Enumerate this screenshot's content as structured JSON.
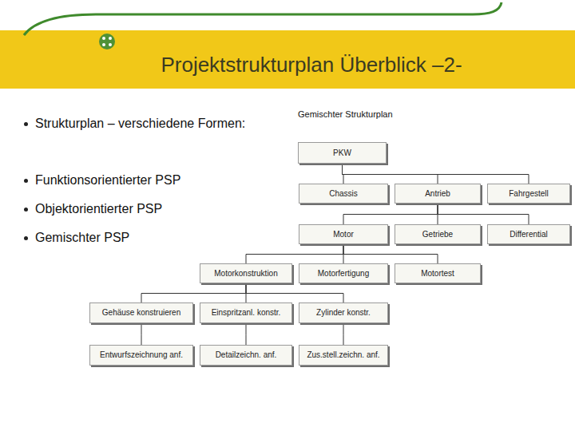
{
  "diagram": {
    "title": "Projektstrukturplan Überblick –2-",
    "nodes": [
      {
        "text": [
          "PKW"
        ]
      },
      {
        "text": [
          "Chassis"
        ]
      },
      {
        "text": [
          "Antrieb"
        ]
      },
      {
        "text": [
          "Fahrgestell"
        ]
      },
      {
        "text": [
          "Motor"
        ]
      },
      {
        "text": [
          "Getriebe"
        ]
      },
      {
        "text": [
          "Differential"
        ]
      },
      {
        "text": [
          "Motorkonstruktion"
        ]
      },
      {
        "text": [
          "Motorfertigung"
        ]
      },
      {
        "text": [
          "Motortest"
        ]
      },
      {
        "text": [
          "Gehäuse konstruieren"
        ]
      },
      {
        "text": [
          "Einspritzanl. konstr."
        ]
      },
      {
        "text": [
          "Zylinder konstr."
        ]
      },
      {
        "text": [
          "Entwurfszeichnung anf."
        ]
      },
      {
        "text": [
          "Detailzeichn. anf."
        ]
      },
      {
        "text": [
          "Zus.stell.zeichn. anf."
        ]
      }
    ],
    "edges": [
      {
        "from": 0,
        "to": 1,
        "arrow": "none"
      },
      {
        "from": 0,
        "to": 2,
        "arrow": "none"
      },
      {
        "from": 0,
        "to": 3,
        "arrow": "none"
      },
      {
        "from": 2,
        "to": 4,
        "arrow": "none"
      },
      {
        "from": 2,
        "to": 5,
        "arrow": "none"
      },
      {
        "from": 2,
        "to": 6,
        "arrow": "none"
      },
      {
        "from": 4,
        "to": 7,
        "arrow": "none"
      },
      {
        "from": 4,
        "to": 8,
        "arrow": "none"
      },
      {
        "from": 4,
        "to": 9,
        "arrow": "none"
      },
      {
        "from": 7,
        "to": 10,
        "arrow": "none"
      },
      {
        "from": 7,
        "to": 11,
        "arrow": "none"
      },
      {
        "from": 7,
        "to": 12,
        "arrow": "none"
      },
      {
        "from": 10,
        "to": 13,
        "arrow": "none"
      },
      {
        "from": 11,
        "to": 14,
        "arrow": "none"
      },
      {
        "from": 12,
        "to": 15,
        "arrow": "none"
      }
    ],
    "labels": [
      "Strukturplan – verschiedene Formen:",
      "Gemischter Strukturplan",
      "Funktionsorientierter PSP",
      "Objektorientierter PSP",
      "Gemischter PSP"
    ]
  }
}
